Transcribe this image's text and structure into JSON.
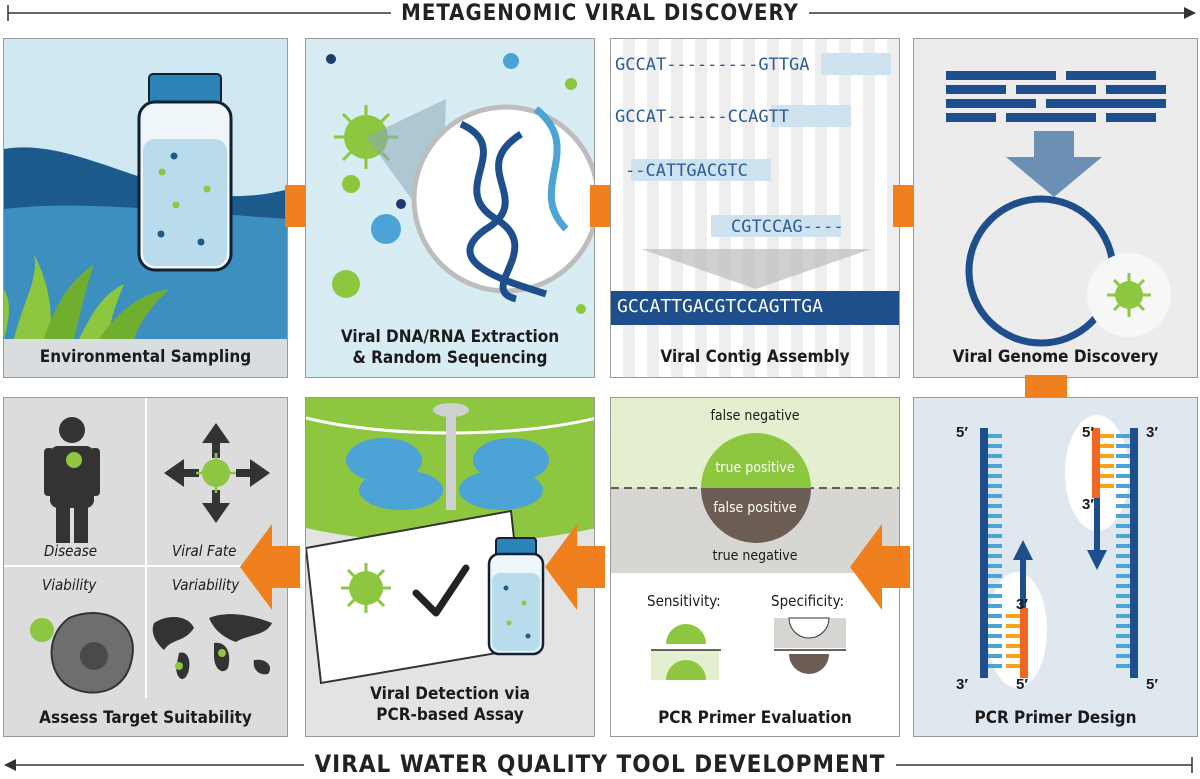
{
  "header": {
    "title": "METAGENOMIC VIRAL DISCOVERY"
  },
  "footer": {
    "title": "VIRAL WATER QUALITY TOOL DEVELOPMENT"
  },
  "colors": {
    "arrow_orange": "#f07f1e",
    "virus_green": "#8dc63f",
    "dna_dark_blue": "#1f4e8c",
    "dna_light_blue": "#4ba3d6",
    "primer_orange": "#f26522",
    "primer_yellow": "#f9a11b"
  },
  "panels": {
    "environmental_sampling": {
      "label": "Environmental Sampling"
    },
    "extraction": {
      "label_line1": "Viral DNA/RNA Extraction",
      "label_line2": "& Random Sequencing"
    },
    "contig": {
      "label": "Viral Contig Assembly",
      "reads": [
        {
          "left": "GCCAT",
          "dashes": "---------",
          "right": "GTTGA"
        },
        {
          "left": "GCCAT",
          "dashes": "------",
          "right": "CCAGTT"
        },
        {
          "left": "--",
          "dashes": "",
          "right": "CATTGACGTC"
        },
        {
          "left": "CGTCCAG",
          "dashes": "----",
          "right": ""
        }
      ],
      "assembled": "GCCATTGACGTCCAGTTGA"
    },
    "genome": {
      "label": "Viral Genome Discovery"
    },
    "primer_design": {
      "label": "PCR Primer Design",
      "five_prime": "5′",
      "three_prime": "3′"
    },
    "primer_evaluation": {
      "label": "PCR Primer Evaluation",
      "false_negative": "false negative",
      "true_positive": "true positive",
      "false_positive": "false positive",
      "true_negative": "true negative",
      "sensitivity": "Sensitivity:",
      "specificity": "Specificity:"
    },
    "detection": {
      "label_line1": "Viral Detection via",
      "label_line2": "PCR-based Assay"
    },
    "suitability": {
      "label": "Assess Target Suitability",
      "disease": "Disease",
      "viral_fate": "Viral Fate",
      "viability": "Viability",
      "variability": "Variability"
    }
  }
}
